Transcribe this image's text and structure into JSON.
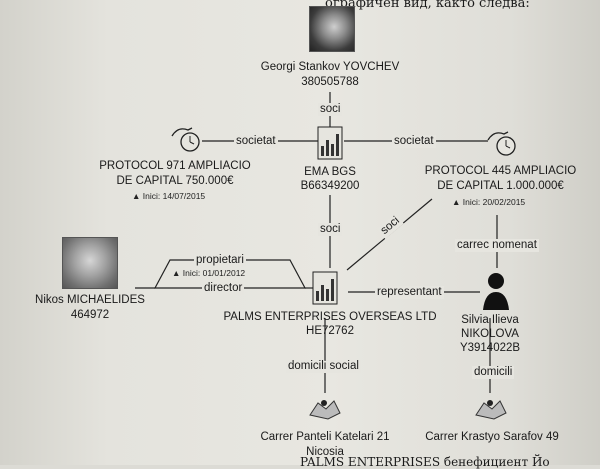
{
  "header_text": "ографичен вид, както следва:",
  "footer_text": "PALMS ENTERPRISES   бенефициент Йо",
  "nodes": {
    "georgi": {
      "name": "Georgi Stankov YOVCHEV",
      "id": "380505788"
    },
    "ema": {
      "name": "EMA BGS",
      "id": "B66349200"
    },
    "protocol971": {
      "line1": "PROTOCOL 971 AMPLIACIO",
      "line2": "DE CAPITAL 750.000€",
      "date": "Inici: 14/07/2015"
    },
    "protocol445": {
      "line1": "PROTOCOL 445 AMPLIACIO",
      "line2": "DE CAPITAL 1.000.000€",
      "date": "Inici: 20/02/2015"
    },
    "nikos": {
      "name": "Nikos MICHAELIDES",
      "id": "464972"
    },
    "palms": {
      "name": "PALMS ENTERPRISES OVERSEAS LTD",
      "id": "HE72762"
    },
    "silvia": {
      "line1": "Silvia Ilieva",
      "line2": "NIKOLOVA",
      "id": "Y3914022B"
    },
    "addr_palms": {
      "line1": "Carrer Panteli Katelari 21",
      "line2": "Nicosia"
    },
    "addr_silvia": {
      "line1": "Carrer Krastyo Sarafov 49"
    }
  },
  "edges": {
    "soci_top": "soci",
    "societat_left": "societat",
    "societat_right": "societat",
    "soci_mid": "soci",
    "soci_diag": "soci",
    "carrec": "carrec nomenat",
    "propietari": "propietari",
    "propietari_date": "Inici: 01/01/2012",
    "director": "director",
    "representant": "representant",
    "domicili_social": "domicili social",
    "domicili": "domicili"
  }
}
